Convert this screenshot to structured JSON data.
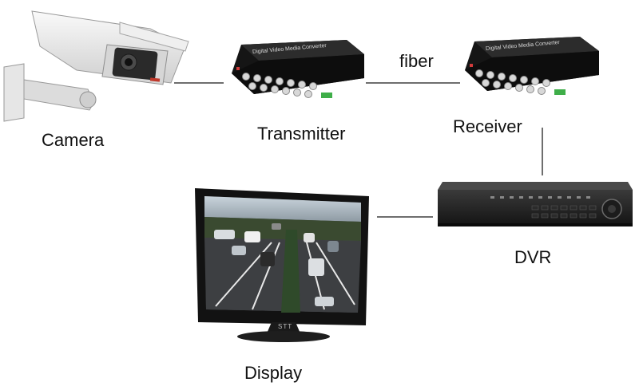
{
  "diagram": {
    "labels": {
      "camera": "Camera",
      "transmitter": "Transmitter",
      "fiber": "fiber",
      "receiver": "Receiver",
      "dvr": "DVR",
      "display": "Display"
    },
    "device_text": {
      "converter": "Digital Video Media Converter",
      "monitor_brand": "STT"
    }
  }
}
